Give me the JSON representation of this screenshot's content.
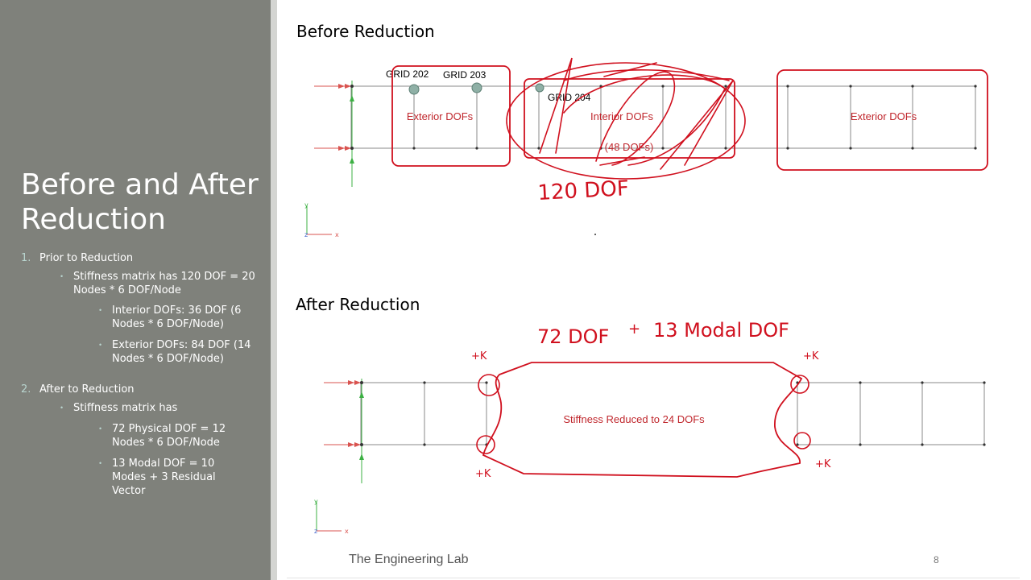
{
  "slide": {
    "title": "Before and After Reduction",
    "footer": "The Engineering Lab",
    "page_number": "8"
  },
  "outline": [
    {
      "num": "1.",
      "text": "Prior to Reduction"
    },
    {
      "text": "Stiffness matrix has 120 DOF = 20 Nodes * 6 DOF/Node"
    },
    {
      "text": "Interior DOFs: 36 DOF (6 Nodes * 6 DOF/Node)"
    },
    {
      "text": "Exterior DOFs: 84 DOF (14 Nodes * 6 DOF/Node)"
    },
    {
      "num": "2.",
      "text": "After to Reduction"
    },
    {
      "text": "Stiffness matrix has"
    },
    {
      "text": "72 Physical DOF = 12 Nodes * 6 DOF/Node"
    },
    {
      "text": "13 Modal DOF = 10 Modes + 3 Residual Vector"
    }
  ],
  "before": {
    "heading": "Before Reduction",
    "grid_labels": [
      "GRID 202",
      "GRID 203",
      "GRID 204"
    ],
    "regions": [
      "Exterior DOFs",
      "Interior DOFs",
      "(48 DOFs)",
      "Exterior DOFs"
    ],
    "axes": [
      "y",
      "z",
      "x"
    ],
    "handwriting": "120 DOF"
  },
  "after": {
    "heading": "After Reduction",
    "region": "Stiffness Reduced to 24 DOFs",
    "axes": [
      "y",
      "z",
      "x"
    ],
    "handwriting": [
      "72 DOF",
      "+",
      "13 Modal DOF",
      "+K",
      "+K",
      "+K",
      "+K"
    ]
  },
  "colors": {
    "sidebar": "#7f817b",
    "accent_text": "#b9d5cf",
    "annotation_red": "#d0101e",
    "region_text": "#c0272d",
    "node_fill": "#8fb0a6",
    "mesh_line": "#8a8a8a"
  }
}
